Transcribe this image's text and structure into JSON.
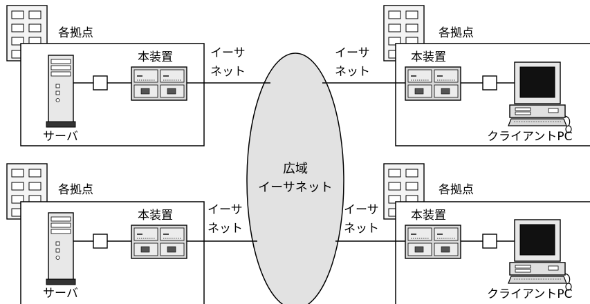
{
  "diagram": {
    "wan": {
      "label_line1": "広域",
      "label_line2": "イーサネット"
    },
    "sites": [
      {
        "site_label": "各拠点",
        "device_label": "本装置",
        "ethernet_line1": "イーサ",
        "ethernet_line2": "ネット",
        "endpoint_label": "サーバ",
        "endpoint_icon": "server-tower-icon"
      },
      {
        "site_label": "各拠点",
        "device_label": "本装置",
        "ethernet_line1": "イーサ",
        "ethernet_line2": "ネット",
        "endpoint_label": "クライアントPC",
        "endpoint_icon": "desktop-pc-icon"
      },
      {
        "site_label": "各拠点",
        "device_label": "本装置",
        "ethernet_line1": "イーサ",
        "ethernet_line2": "ネット",
        "endpoint_label": "サーバ",
        "endpoint_icon": "server-tower-icon"
      },
      {
        "site_label": "各拠点",
        "device_label": "本装置",
        "ethernet_line1": "イーサ",
        "ethernet_line2": "ネット",
        "endpoint_label": "クライアントPC",
        "endpoint_icon": "desktop-pc-icon"
      }
    ],
    "colors": {
      "cloud_fill": "#e2e2e2",
      "device_fill": "#d8d8d8",
      "stroke": "#000000"
    }
  }
}
